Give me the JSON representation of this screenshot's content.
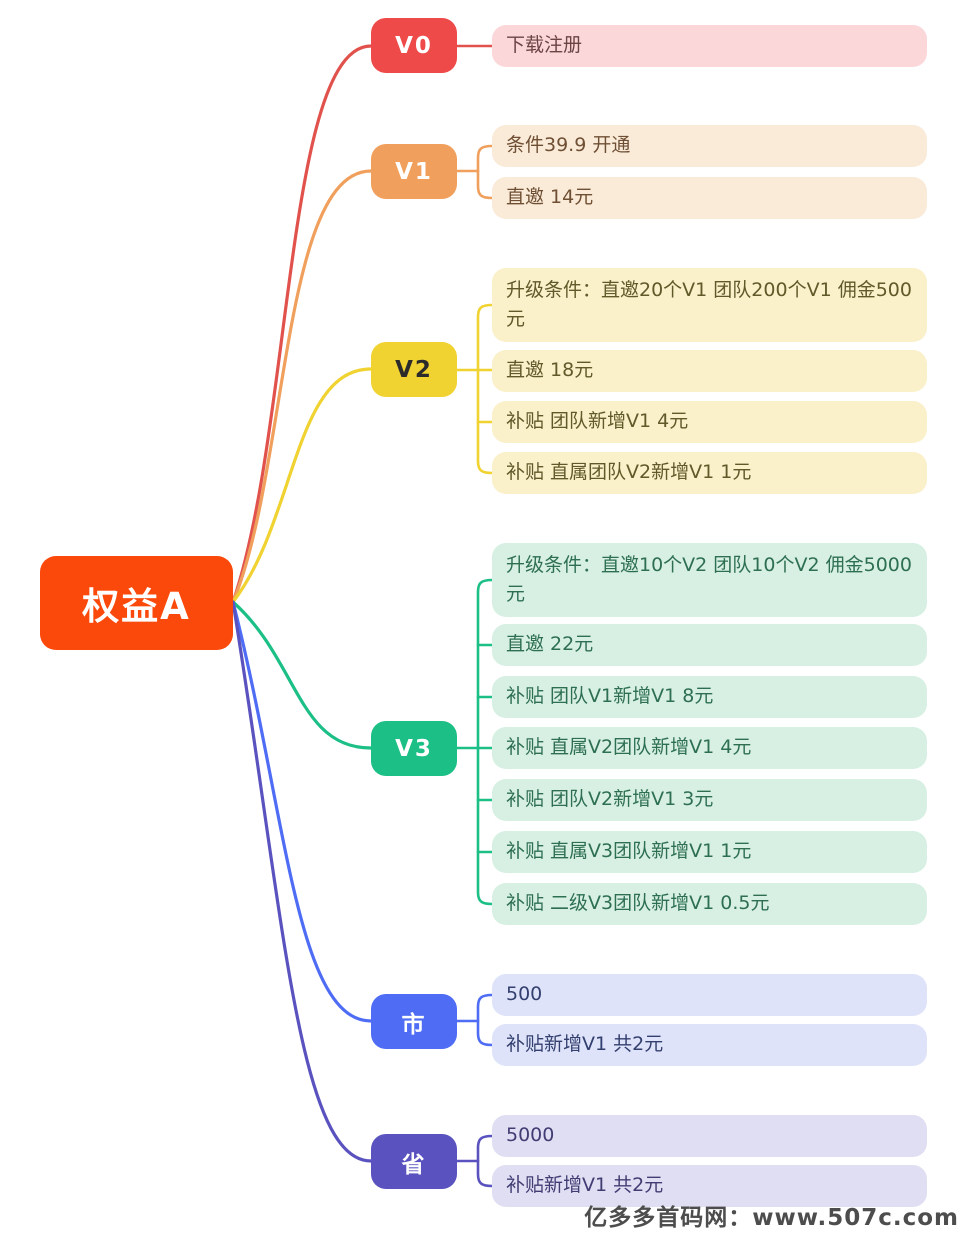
{
  "page": {
    "background": "#ffffff"
  },
  "root": {
    "label": "权益A",
    "color": "#fb490b",
    "text_color": "#ffffff"
  },
  "branches": [
    {
      "id": "v0",
      "label": "V0",
      "color": "#ef4a4a",
      "label_color": "#ffffff",
      "leaf_bg": "#fbd7da",
      "leaf_text_color": "#6b4444",
      "leaves": [
        {
          "text": "下载注册"
        }
      ]
    },
    {
      "id": "v1",
      "label": "V1",
      "color": "#f0a05c",
      "label_color": "#ffffff",
      "leaf_bg": "#faebd9",
      "leaf_text_color": "#6f4f33",
      "leaves": [
        {
          "text": "条件39.9 开通"
        },
        {
          "text": "直邀 14元"
        }
      ]
    },
    {
      "id": "v2",
      "label": "V2",
      "color": "#f0d230",
      "label_color": "#2b2b2b",
      "leaf_bg": "#faf1ca",
      "leaf_text_color": "#60592a",
      "leaves": [
        {
          "text": "升级条件：直邀20个V1 团队200个V1 佣金500元"
        },
        {
          "text": "直邀 18元"
        },
        {
          "text": "补贴 团队新增V1 4元"
        },
        {
          "text": "补贴 直属团队V2新增V1 1元"
        }
      ]
    },
    {
      "id": "v3",
      "label": "V3",
      "color": "#1cbf85",
      "label_color": "#ffffff",
      "leaf_bg": "#d7f0e3",
      "leaf_text_color": "#2e6f52",
      "leaves": [
        {
          "text": "升级条件：直邀10个V2 团队10个V2 佣金5000元"
        },
        {
          "text": "直邀 22元"
        },
        {
          "text": "补贴 团队V1新增V1 8元"
        },
        {
          "text": "补贴 直属V2团队新增V1 4元"
        },
        {
          "text": "补贴 团队V2新增V1 3元"
        },
        {
          "text": "补贴 直属V3团队新增V1 1元"
        },
        {
          "text": "补贴 二级V3团队新增V1 0.5元"
        }
      ]
    },
    {
      "id": "shi",
      "label": "市",
      "color": "#4e6cf4",
      "label_color": "#ffffff",
      "leaf_bg": "#dee3fa",
      "leaf_text_color": "#333f6e",
      "leaves": [
        {
          "text": "500"
        },
        {
          "text": "补贴新增V1 共2元"
        }
      ]
    },
    {
      "id": "sheng",
      "label": "省",
      "color": "#5a53bf",
      "label_color": "#ffffff",
      "leaf_bg": "#dfdef3",
      "leaf_text_color": "#413d73",
      "leaves": [
        {
          "text": "5000"
        },
        {
          "text": "补贴新增V1 共2元"
        }
      ]
    }
  ],
  "watermark": {
    "text": "亿多多首码网：www.507c.com",
    "color": "#4d4d4d"
  }
}
